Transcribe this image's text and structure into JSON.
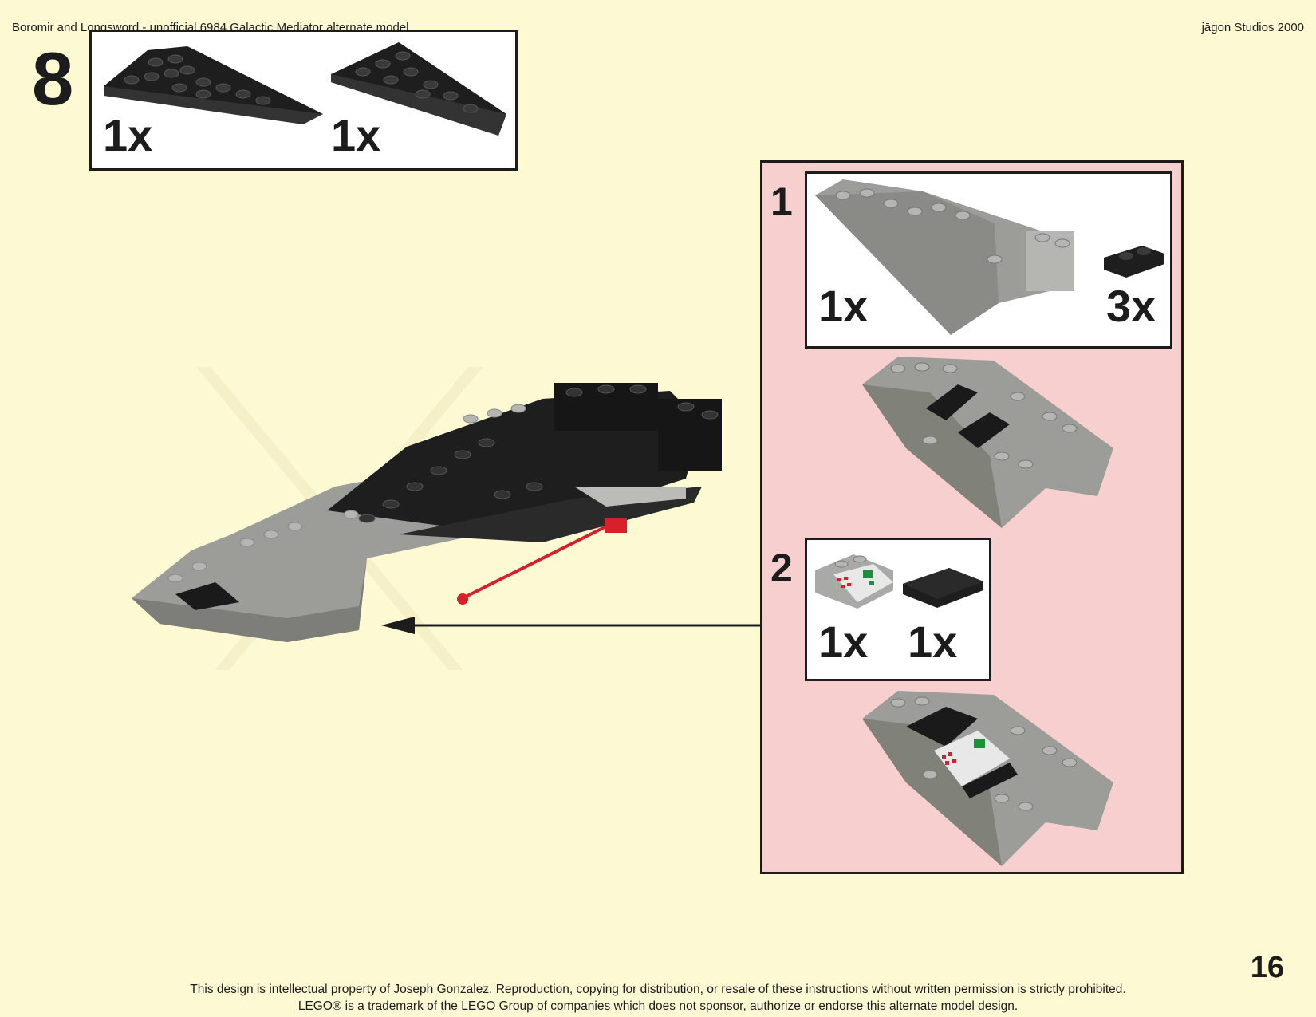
{
  "header": {
    "left": "Boromir and Longsword - unofficial 6984 Galactic Mediator alternate model",
    "right": "jāgon Studios 2000"
  },
  "step": {
    "number": "8",
    "parts": [
      {
        "qty": "1x",
        "icon": "black-wedge-plate-left"
      },
      {
        "qty": "1x",
        "icon": "black-wedge-plate-right"
      }
    ]
  },
  "sub_assembly": {
    "steps": [
      {
        "number": "1",
        "parts": [
          {
            "qty": "1x",
            "icon": "gray-boat-hull"
          },
          {
            "qty": "3x",
            "icon": "black-plate-1x2"
          }
        ]
      },
      {
        "number": "2",
        "parts": [
          {
            "qty": "1x",
            "icon": "printed-slope-computer"
          },
          {
            "qty": "1x",
            "icon": "black-tile-2x2"
          }
        ]
      }
    ]
  },
  "page_number": "16",
  "footer": {
    "line1": "This design is intellectual property of Joseph Gonzalez.  Reproduction, copying for distribution, or resale of these instructions without written permission is strictly prohibited.",
    "line2": "LEGO® is a trademark of the LEGO Group of companies which does not sponsor, authorize or endorse this alternate model design."
  },
  "colors": {
    "background": "#fdf9d3",
    "panel": "#f8cfcf",
    "brick_black": "#1e1e1e",
    "brick_gray": "#a0a19c",
    "accent_red": "#d8202b"
  }
}
